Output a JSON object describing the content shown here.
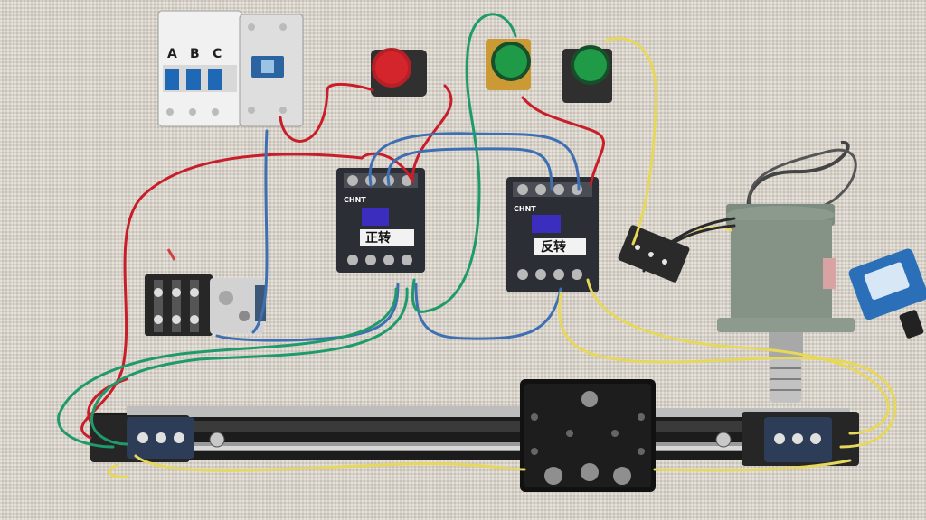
{
  "breaker": {
    "phase_labels": [
      "A",
      "B",
      "C"
    ]
  },
  "contactor_left": {
    "brand": "CHNT",
    "handwritten_label": "正转"
  },
  "contactor_right": {
    "brand": "CHNT",
    "handwritten_label": "反转"
  },
  "buttons": {
    "stop_color": "#d4252d",
    "start_color": "#1f9b48"
  },
  "wire_colors": {
    "red": "#c81e2a",
    "blue": "#3e6fb3",
    "green": "#1f9a6a",
    "yellow": "#e7d75a",
    "black": "#2a2a2a"
  }
}
